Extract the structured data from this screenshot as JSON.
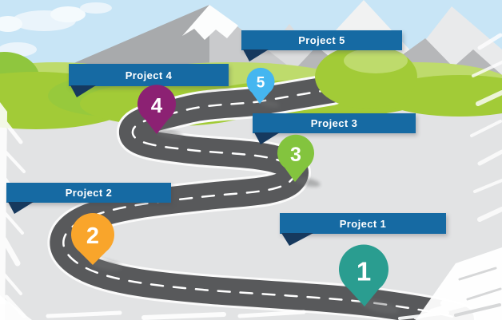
{
  "diagram": {
    "type": "project-roadmap-infographic",
    "milestones": [
      {
        "label": "Project 1",
        "number": "1",
        "pin_color": "#2A9D90"
      },
      {
        "label": "Project 2",
        "number": "2",
        "pin_color": "#F9A52B"
      },
      {
        "label": "Project 3",
        "number": "3",
        "pin_color": "#83C43E"
      },
      {
        "label": "Project 4",
        "number": "4",
        "pin_color": "#8C2173"
      },
      {
        "label": "Project 5",
        "number": "5",
        "pin_color": "#45B6F0"
      }
    ],
    "colors": {
      "banner_blue": "#166AA3",
      "banner_fold_navy": "#16395E",
      "road_gray": "#58595B",
      "road_marking_white": "#FFFFFF",
      "ground_gray": "#E2E3E4",
      "sky_blue": "#C8E5F6",
      "bush_green": "#A2CB37",
      "bush_light_green": "#BEDB6C",
      "mountain_dark_gray": "#A8AAAC",
      "mountain_light_gray": "#C9CACC"
    }
  }
}
